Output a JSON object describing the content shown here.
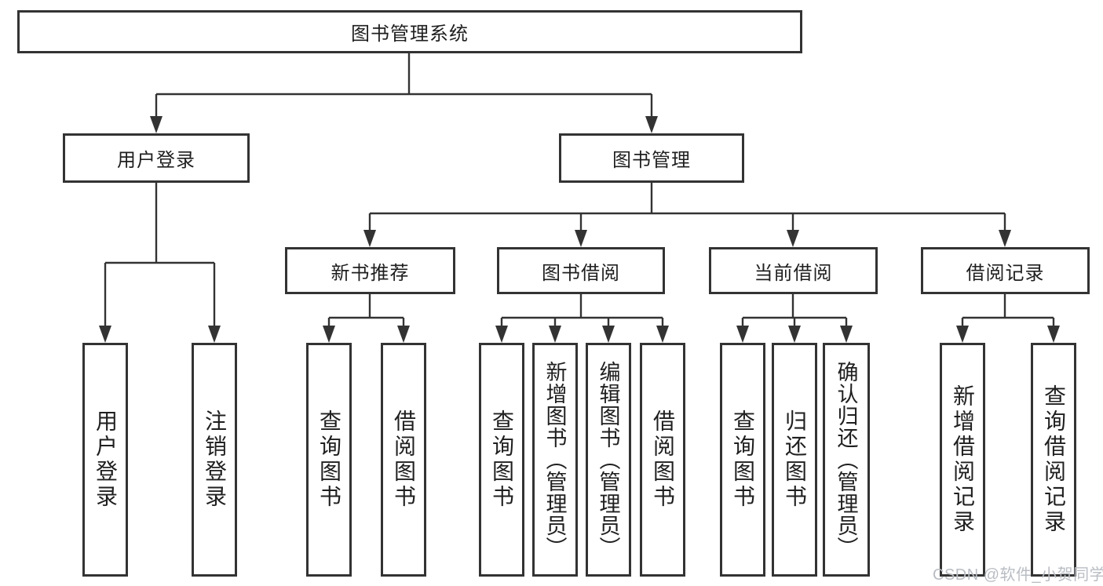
{
  "diagram": {
    "root": {
      "label": "图书管理系统"
    },
    "level2": [
      {
        "label": "用户登录"
      },
      {
        "label": "图书管理"
      }
    ],
    "level3": [
      {
        "label": "新书推荐"
      },
      {
        "label": "图书借阅"
      },
      {
        "label": "当前借阅"
      },
      {
        "label": "借阅记录"
      }
    ],
    "leaves": {
      "user_login": [
        "用户登录",
        "注销登录"
      ],
      "new_book_recommend": [
        "查询图书",
        "借阅图书"
      ],
      "book_borrow": [
        "查询图书",
        "新增图书（管理员）",
        "编辑图书（管理员）",
        "借阅图书"
      ],
      "current_borrow": [
        "查询图书",
        "归还图书",
        "确认归还（管理员）"
      ],
      "borrow_record": [
        "新增借阅记录",
        "查询借阅记录"
      ]
    }
  },
  "watermark": {
    "text": "CSDN @软件_小贺同学",
    "color": "#b9bdc3"
  },
  "colors": {
    "line": "#333333",
    "text": "#1f1f1f",
    "background": "#ffffff"
  }
}
